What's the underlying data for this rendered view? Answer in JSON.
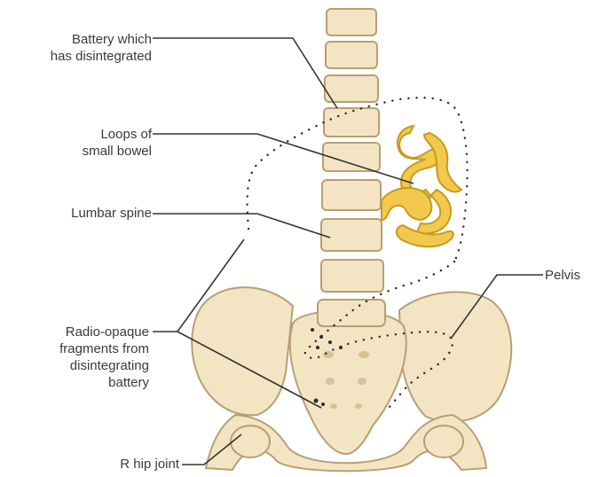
{
  "labels": {
    "battery": [
      "Battery which",
      "has disintegrated"
    ],
    "bowel": [
      "Loops of",
      "small bowel"
    ],
    "lumbar": "Lumbar spine",
    "fragments": [
      "Radio-opaque",
      "fragments from",
      "disintegrating",
      "battery"
    ],
    "hip": "R hip joint",
    "pelvis": "Pelvis"
  },
  "colors": {
    "bone": "#f3e5c4",
    "bone_outline": "#b89f72",
    "bowel": "#f2c94c",
    "leader": "#333333"
  }
}
